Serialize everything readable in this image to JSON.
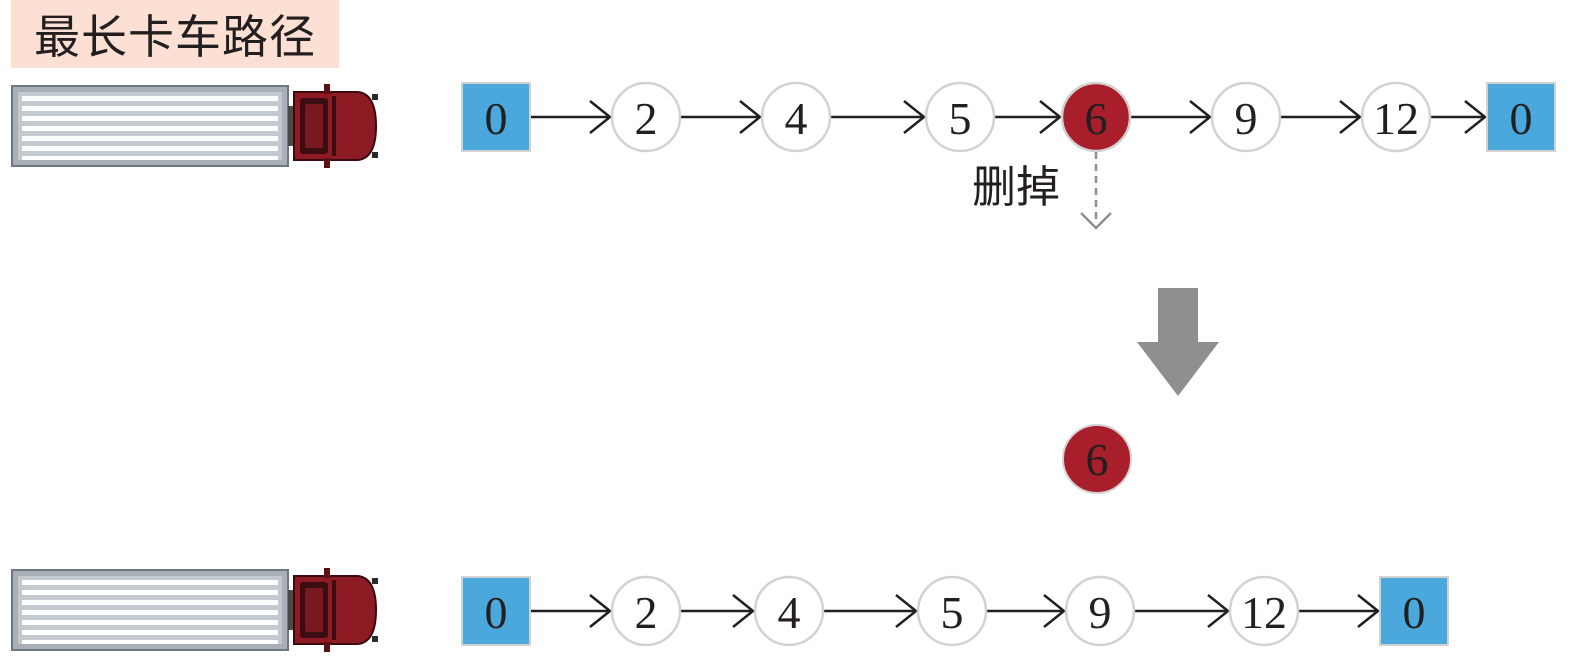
{
  "title": "最长卡车路径",
  "delete_label": "删掉",
  "colors": {
    "depot": "#4aa8dd",
    "removed": "#a81e2b",
    "node_border": "#d2d2d2",
    "arrow": "#231f20",
    "big_arrow": "#8f8f8f",
    "title_bg": "#fbe0d3"
  },
  "route_before": [
    {
      "label": "0",
      "kind": "depot"
    },
    {
      "label": "2",
      "kind": "customer"
    },
    {
      "label": "4",
      "kind": "customer"
    },
    {
      "label": "5",
      "kind": "customer"
    },
    {
      "label": "6",
      "kind": "removed"
    },
    {
      "label": "9",
      "kind": "customer"
    },
    {
      "label": "12",
      "kind": "customer"
    },
    {
      "label": "0",
      "kind": "depot"
    }
  ],
  "removed_node": {
    "label": "6"
  },
  "route_after": [
    {
      "label": "0",
      "kind": "depot"
    },
    {
      "label": "2",
      "kind": "customer"
    },
    {
      "label": "4",
      "kind": "customer"
    },
    {
      "label": "5",
      "kind": "customer"
    },
    {
      "label": "9",
      "kind": "customer"
    },
    {
      "label": "12",
      "kind": "customer"
    },
    {
      "label": "0",
      "kind": "depot"
    }
  ]
}
